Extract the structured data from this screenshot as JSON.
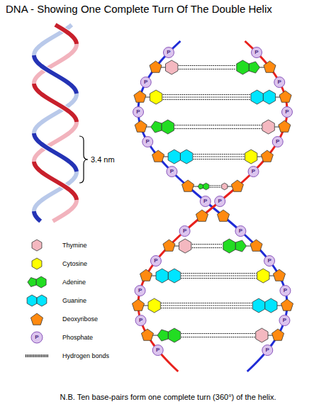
{
  "diagram": {
    "title": "DNA - Showing One Complete Turn Of The Double Helix",
    "caption": "N.B. Ten base-pairs form one complete turn (360°) of the helix.",
    "labels": [
      "3.4 nm",
      "P",
      "P",
      "P",
      "P",
      "P",
      "P",
      "P",
      "P",
      "P",
      "P",
      "P",
      "P",
      "P",
      "P",
      "P",
      "P",
      "P",
      "P",
      "P",
      "P",
      "P",
      "P",
      "P"
    ],
    "legend": [
      {
        "text": "Thymine",
        "color": "#f4b8c0"
      },
      {
        "text": "Cytosine",
        "color": "#ffff00"
      },
      {
        "text": "Adenine",
        "color": "#22dd22"
      },
      {
        "text": "Guanine",
        "color": "#00e5ff"
      },
      {
        "text": "Deoxyribose",
        "color": "#ff8a10"
      },
      {
        "text": "Phosphate"
      },
      {
        "text": "Hydrogen bonds"
      }
    ]
  }
}
